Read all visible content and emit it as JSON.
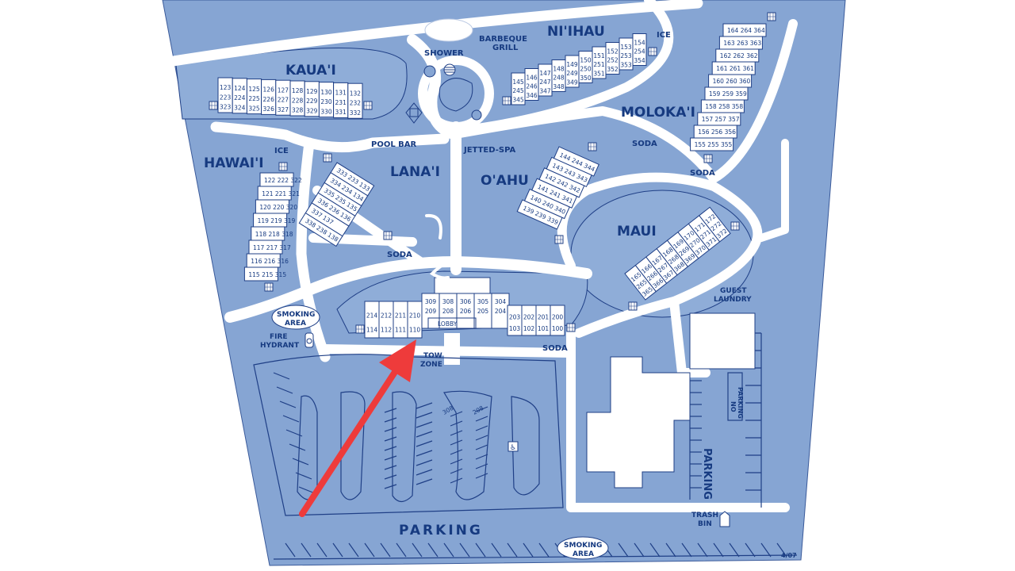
{
  "map": {
    "colors": {
      "ground": "#86a5d3",
      "path": "#ffffff",
      "ink": "#163a80",
      "arrow": "#ee3b3b"
    },
    "areas": {
      "kauai": "KAUA'I",
      "niihau": "NI'IHAU",
      "molokai": "MOLOKA'I",
      "hawaii": "HAWAI'I",
      "lanai": "LANA'I",
      "oahu": "O'AHU",
      "maui": "MAUI",
      "parking_bottom": "PARKING",
      "parking_right": "PARKING"
    },
    "poi": {
      "shower": "SHOWER",
      "bbq1": "BARBEQUE",
      "bbq2": "GRILL",
      "pool_bar": "POOL BAR",
      "spa": "JETTED-SPA",
      "ice_niihau": "ICE",
      "ice_hawaii": "ICE",
      "soda_oahu": "SODA",
      "soda_molokai": "SODA",
      "soda_lanai": "SODA",
      "soda_lodge": "SODA",
      "smoking1a": "SMOKING",
      "smoking1b": "AREA",
      "smoking2a": "SMOKING",
      "smoking2b": "AREA",
      "hydrant1": "FIRE",
      "hydrant2": "HYDRANT",
      "tow1": "TOW",
      "tow2": "ZONE",
      "laundry1": "GUEST",
      "laundry2": "LAUNDRY",
      "trash1": "TRASH",
      "trash2": "BIN",
      "no_parking1": "NO",
      "no_parking2": "PARKING",
      "lobby": "LOBBY",
      "stall_308": "308",
      "stall_208": "208",
      "date": "4/07"
    },
    "units": {
      "kauai": [
        [
          "123",
          "223",
          "323"
        ],
        [
          "124",
          "224",
          "324"
        ],
        [
          "125",
          "225",
          "325"
        ],
        [
          "126",
          "226",
          "326"
        ],
        [
          "127",
          "227",
          "327"
        ],
        [
          "128",
          "228",
          "328"
        ],
        [
          "129",
          "229",
          "329"
        ],
        [
          "130",
          "230",
          "330"
        ],
        [
          "131",
          "231",
          "331"
        ],
        [
          "132",
          "232",
          "332"
        ]
      ],
      "niihau": [
        [
          "145",
          "245",
          "345"
        ],
        [
          "146",
          "246",
          "346"
        ],
        [
          "147",
          "247",
          "347"
        ],
        [
          "148",
          "248",
          "348"
        ],
        [
          "149",
          "249",
          "349"
        ],
        [
          "150",
          "250",
          "350"
        ],
        [
          "151",
          "251",
          "351"
        ],
        [
          "152",
          "252",
          "352"
        ],
        [
          "153",
          "253",
          "353"
        ],
        [
          "154",
          "254",
          "354"
        ]
      ],
      "molokai": [
        "164 264 364",
        "163 263 363",
        "162 262 362",
        "161 261 361",
        "160 260 360",
        "159 259 359",
        "158 258 358",
        "157 257 357",
        "156 256 356",
        "155 255 355"
      ],
      "hawaii": [
        "122 222 322",
        "121 221 321",
        "120 220 320",
        "119 219 319",
        "118 218 318",
        "117 217 317",
        "116 216 316",
        "115 215 315"
      ],
      "lanai": [
        "333 233 133",
        "334 234 134",
        "335 235 135",
        "336 236 136",
        "337 137",
        "338 238 138"
      ],
      "oahu": [
        "144 244 344",
        "143 243 343",
        "142 242 342",
        "141 241 341",
        "140 240 340",
        "139 239 339"
      ],
      "maui": [
        [
          "165",
          "265",
          "365"
        ],
        [
          "166",
          "266",
          "366"
        ],
        [
          "167",
          "267",
          "367"
        ],
        [
          "168",
          "268",
          "368"
        ],
        [
          "169",
          "269",
          "369"
        ],
        [
          "170",
          "270",
          "370"
        ],
        [
          "171",
          "271",
          "371"
        ],
        [
          "172",
          "272",
          "372"
        ]
      ],
      "lodge_west": [
        [
          "214",
          "114"
        ],
        [
          "212",
          "112"
        ],
        [
          "211",
          "111"
        ],
        [
          "210",
          "110"
        ]
      ],
      "lodge_center": [
        [
          "309",
          "209"
        ],
        [
          "308",
          "208"
        ],
        [
          "306",
          "206"
        ],
        [
          "305",
          "205"
        ],
        [
          "304",
          "204"
        ]
      ],
      "lodge_east": [
        [
          "203",
          "103"
        ],
        [
          "202",
          "102"
        ],
        [
          "201",
          "101"
        ],
        [
          "200",
          "100"
        ]
      ]
    },
    "icons": [
      "vending-icon",
      "bbq-grill-icon",
      "shower-icon",
      "spa-icon",
      "pool-bar-icon",
      "fire-hydrant-icon",
      "wheelchair-icon",
      "trash-bin-icon",
      "red-arrow-icon"
    ]
  }
}
